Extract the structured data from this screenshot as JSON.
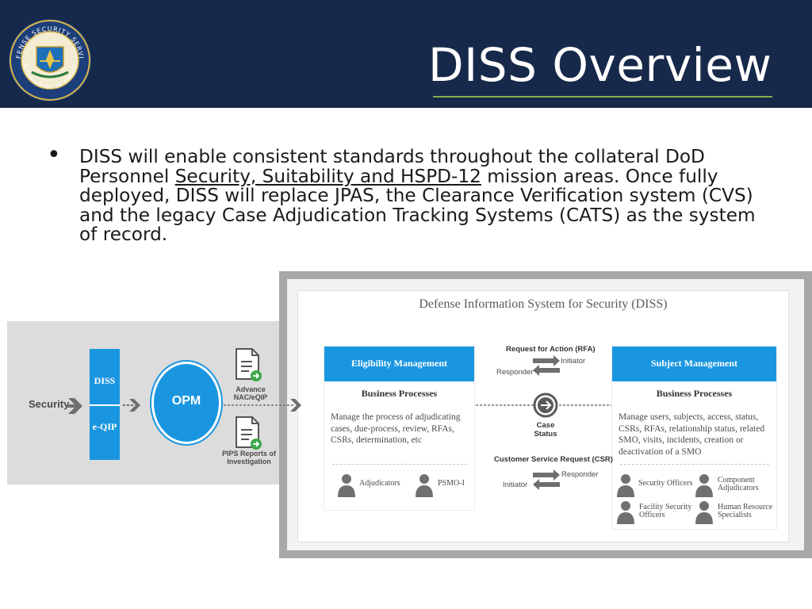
{
  "slide": {
    "title": "DISS Overview",
    "seal_icon": "defense-security-service-seal-icon",
    "seal_text": "DEFENSE SECURITY SERVICE · UNITED STATES OF AMERICA",
    "bullet": {
      "part1": "DISS will enable consistent standards throughout the collateral DoD Personnel ",
      "underlined": "Security, Suitability and HSPD-12",
      "part2": " mission areas.  Once fully deployed, DISS will replace JPAS, the Clearance Verification system (CVS) and the legacy Case Adjudication Tracking Systems (CATS) as the system of record."
    }
  },
  "flow": {
    "security_label": "Security",
    "diss_label": "DISS",
    "eqip_label": "e-QIP",
    "opm_label": "OPM",
    "advance_label": "Advance NAC/eQIP",
    "pips_label": "PIPS Reports of Investigation"
  },
  "diss": {
    "title": "Defense Information System for Security (DISS)",
    "eligibility": {
      "header": "Eligibility Management",
      "sub": "Business Processes",
      "desc_lines": [
        "Manage the process of adjudicating",
        "cases, due-process, review, RFAs,",
        "CSRs, determination, etc"
      ],
      "roles": [
        "Adjudicators",
        "PSMO-I"
      ]
    },
    "subject": {
      "header": "Subject Management",
      "sub": "Business Processes",
      "desc_lines": [
        "Manage users, subjects, access, status,",
        "CSRs, RFAs, relationship status, related",
        "SMO, visits, incidents, creation or",
        "deactivation of a SMO"
      ],
      "roles": [
        "Security Officers",
        "Component Adjudicators",
        "Facility Security Officers",
        "Human Resource Specialists"
      ]
    },
    "middle": {
      "rfa": "Request for Action (RFA)",
      "initiator": "Initiator",
      "responder": "Responder",
      "case_status": "Case Status",
      "csr": "Customer Service Request (CSR)"
    }
  },
  "colors": {
    "header_navy": "#17294a",
    "accent_blue": "#1a96e0",
    "title_rule_green": "#7fb24a",
    "arrow_gray": "#6e6e6e"
  }
}
